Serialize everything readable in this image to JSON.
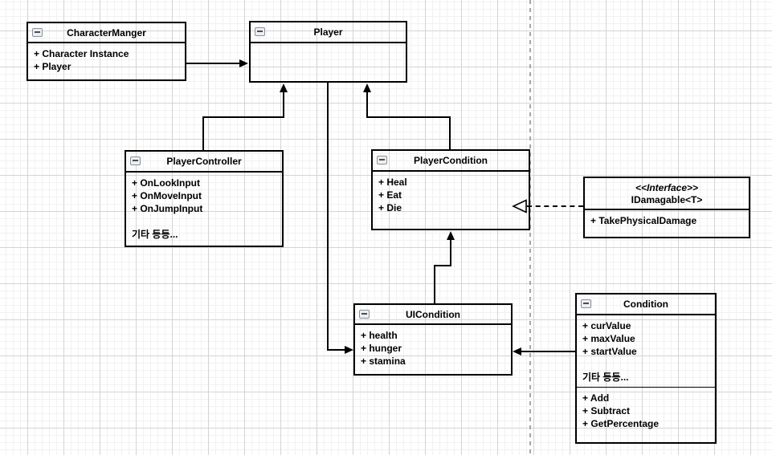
{
  "canvas": {
    "background": "#ffffff",
    "grid_minor_color": "#f3f1f1",
    "grid_major_color": "#d6d3d3",
    "page_divider_color": "#a6a6a6",
    "shape_border_color": "#000000"
  },
  "classes": [
    {
      "title": "CharacterManger",
      "members": [
        "+ Character Instance",
        "+ Player"
      ]
    },
    {
      "title": "Player",
      "members": []
    },
    {
      "title": "PlayerController",
      "members": [
        "+ OnLookInput",
        "+ OnMoveInput",
        "+ OnJumpInput",
        "",
        "기타 등등..."
      ]
    },
    {
      "title": "PlayerCondition",
      "members": [
        "+ Heal",
        "+ Eat",
        "+ Die"
      ]
    },
    {
      "stereotype": "<<Interface>>",
      "title": "IDamagable<T>",
      "members": [
        "+ TakePhysicalDamage"
      ]
    },
    {
      "title": "UICondition",
      "members": [
        "+ health",
        "+ hunger",
        "+ stamina"
      ]
    },
    {
      "title": "Condition",
      "attributes": [
        "+ curValue",
        "+ maxValue",
        "+ startValue",
        "",
        "기타 등등..."
      ],
      "methods": [
        "+ Add",
        "+ Subtract",
        "+ GetPercentage"
      ]
    }
  ],
  "relations": [
    {
      "from": "CharacterManger",
      "to": "Player",
      "type": "directed-association"
    },
    {
      "from": "PlayerController",
      "to": "Player",
      "type": "directed-association"
    },
    {
      "from": "PlayerCondition",
      "to": "Player",
      "type": "directed-association"
    },
    {
      "from": "Player",
      "to": "UICondition",
      "type": "directed-association"
    },
    {
      "from": "UICondition",
      "to": "PlayerCondition",
      "type": "directed-association"
    },
    {
      "from": "Condition",
      "to": "UICondition",
      "type": "directed-association"
    },
    {
      "from": "PlayerCondition",
      "to": "IDamagable<T>",
      "type": "realization"
    }
  ]
}
